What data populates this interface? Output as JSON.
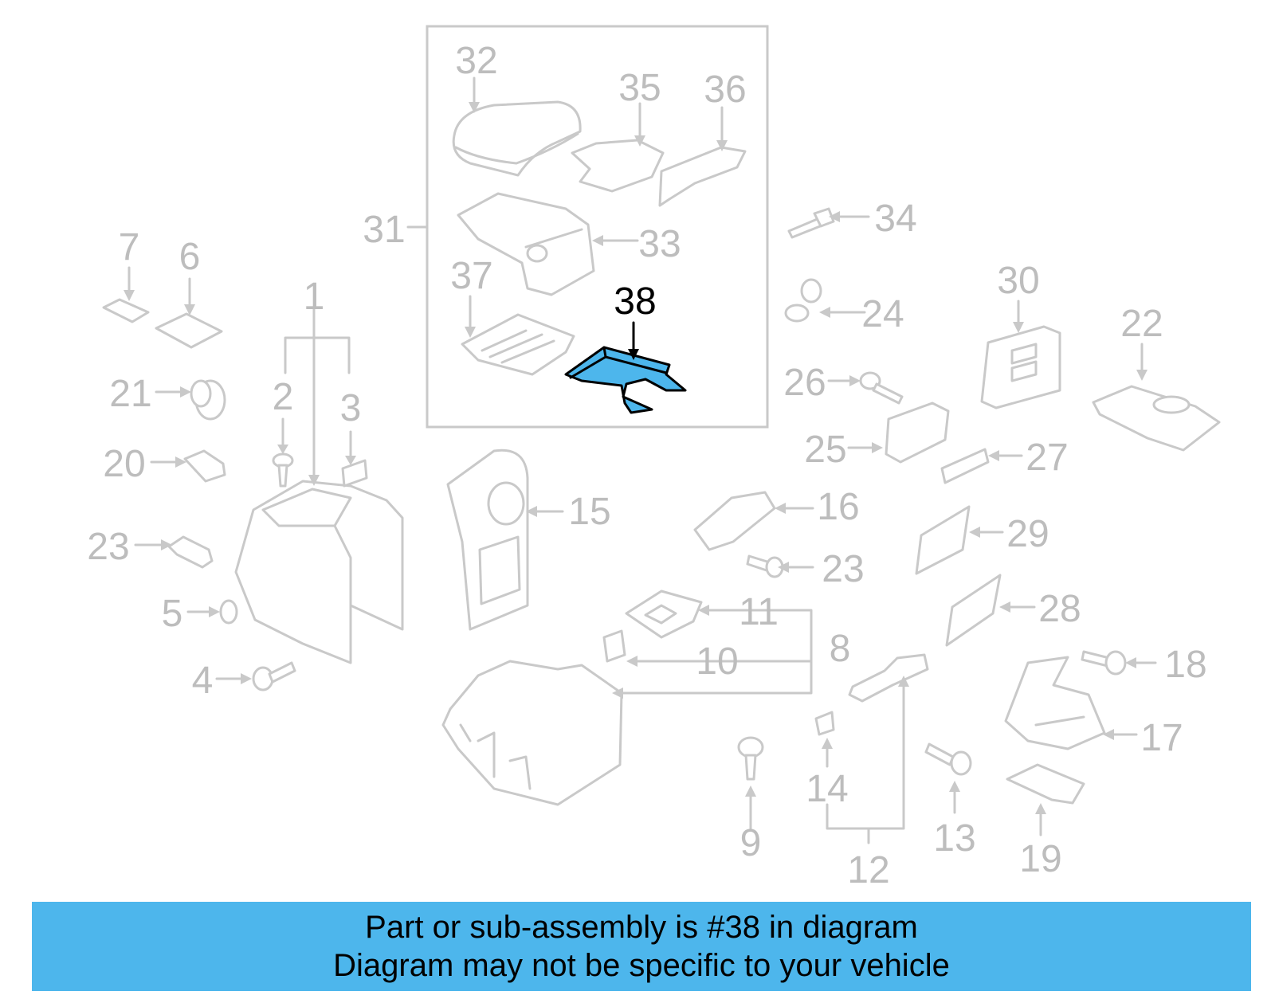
{
  "callouts": {
    "c1": "1",
    "c2": "2",
    "c3": "3",
    "c4": "4",
    "c5": "5",
    "c6": "6",
    "c7": "7",
    "c8": "8",
    "c9": "9",
    "c10": "10",
    "c11": "11",
    "c12": "12",
    "c13": "13",
    "c14": "14",
    "c15": "15",
    "c16": "16",
    "c17": "17",
    "c18": "18",
    "c19": "19",
    "c20": "20",
    "c21": "21",
    "c22": "22",
    "c23a": "23",
    "c23b": "23",
    "c24": "24",
    "c25": "25",
    "c26": "26",
    "c27": "27",
    "c28": "28",
    "c29": "29",
    "c30": "30",
    "c31": "31",
    "c32": "32",
    "c33": "33",
    "c34": "34",
    "c35": "35",
    "c36": "36",
    "c37": "37",
    "c38": "38"
  },
  "highlight": {
    "part_number": "38",
    "color": "#4db6ec"
  },
  "banner": {
    "line1": "Part or sub-assembly is #38 in diagram",
    "line2": "Diagram may not be specific to your vehicle",
    "background": "#4db6ec"
  }
}
